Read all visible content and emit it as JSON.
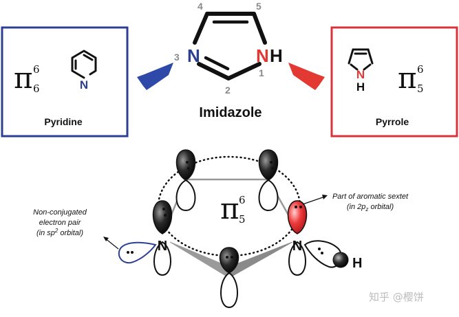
{
  "imidazole": {
    "name": "Imidazole",
    "atom_n3": "N",
    "atom_n1": "N",
    "atom_h1": "H",
    "pos_1": "1",
    "pos_2": "2",
    "pos_3": "3",
    "pos_4": "4",
    "pos_5": "5"
  },
  "pyridine": {
    "name": "Pyridine",
    "pi_symbol": "π",
    "pi_sup": "6",
    "pi_sub": "6",
    "atom_n": "N",
    "box_color": "#2b3f93",
    "arrow_color": "#2e49a8"
  },
  "pyrrole": {
    "name": "Pyrrole",
    "pi_symbol": "π",
    "pi_sup": "6",
    "pi_sub": "5",
    "atom_n": "N",
    "atom_h": "H",
    "box_color": "#d8333a",
    "arrow_color": "#e23a33"
  },
  "orbital_diagram": {
    "pi_symbol": "π",
    "pi_sup": "6",
    "pi_sub": "5",
    "n_left": "N",
    "n_right": "N",
    "h": "H",
    "left_note": [
      "Non-conjugated",
      "electron pair",
      "(in sp",
      "2",
      " orbital)"
    ],
    "right_note": [
      "Part of aromatic sextet",
      "(in 2p",
      "z",
      " orbital)"
    ]
  },
  "watermark": "知乎 @樱饼"
}
